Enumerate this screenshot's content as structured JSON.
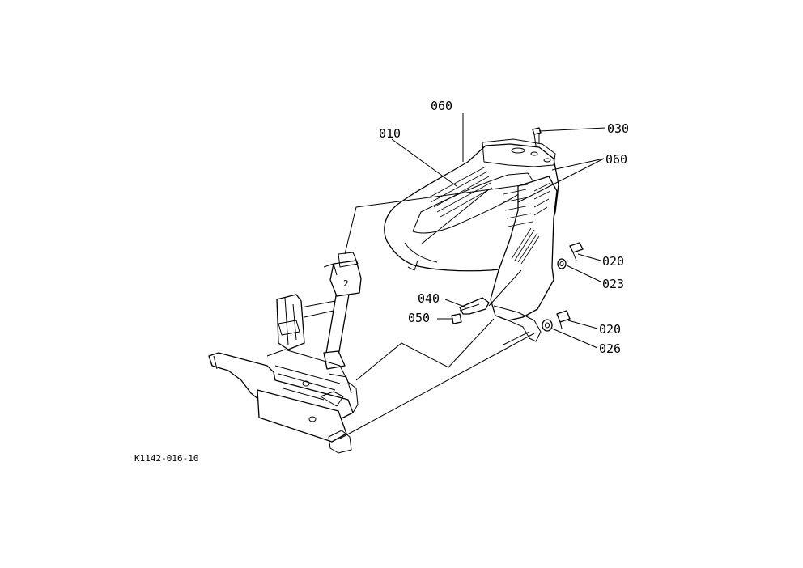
{
  "diagram": {
    "reference_code": "K1142-016-10",
    "callouts": [
      {
        "id": "c060a",
        "label": "060"
      },
      {
        "id": "c010",
        "label": "010"
      },
      {
        "id": "c030",
        "label": "030"
      },
      {
        "id": "c060b",
        "label": "060"
      },
      {
        "id": "c020a",
        "label": "020"
      },
      {
        "id": "c023",
        "label": "023"
      },
      {
        "id": "c040",
        "label": "040"
      },
      {
        "id": "c050",
        "label": "050"
      },
      {
        "id": "c020b",
        "label": "020"
      },
      {
        "id": "c026",
        "label": "026"
      }
    ]
  }
}
